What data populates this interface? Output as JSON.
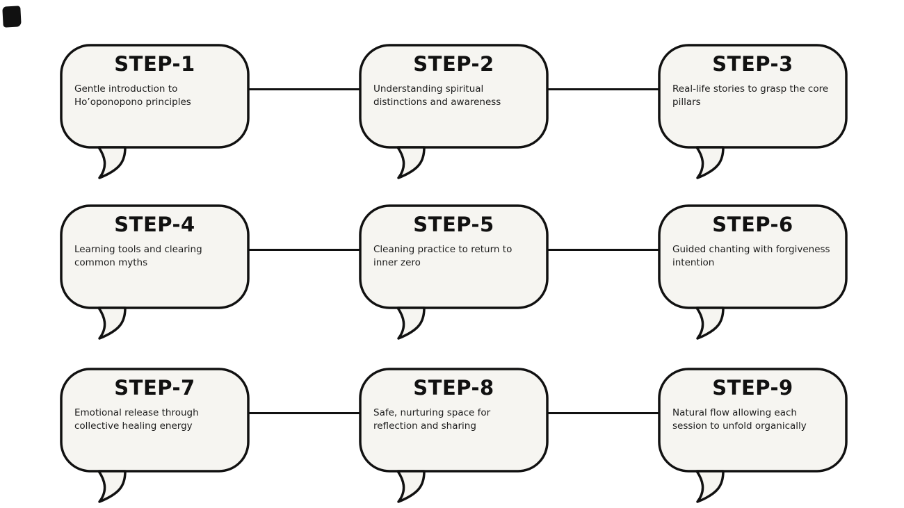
{
  "diagram": {
    "kind": "speech-bubble-flow",
    "rows": 3,
    "cols": 3
  },
  "colors": {
    "background": "#ffffff",
    "bubble_fill": "#f6f5f1",
    "stroke": "#111111",
    "title_text": "#111111",
    "description_text": "#1c1c1c"
  },
  "steps": [
    {
      "title": "STEP-1",
      "description": "Gentle introduction to Ho’oponopono principles"
    },
    {
      "title": "STEP-2",
      "description": "Understanding spiritual distinctions and awareness"
    },
    {
      "title": "STEP-3",
      "description": "Real-life stories to grasp the core pillars"
    },
    {
      "title": "STEP-4",
      "description": "Learning tools and clearing common myths"
    },
    {
      "title": "STEP-5",
      "description": "Cleaning practice to return to inner zero"
    },
    {
      "title": "STEP-6",
      "description": "Guided chanting with forgiveness intention"
    },
    {
      "title": "STEP-7",
      "description": "Emotional release through collective healing energy"
    },
    {
      "title": "STEP-8",
      "description": "Safe, nurturing space for reflection and sharing"
    },
    {
      "title": "STEP-9",
      "description": "Natural flow allowing each session to unfold organically"
    }
  ]
}
